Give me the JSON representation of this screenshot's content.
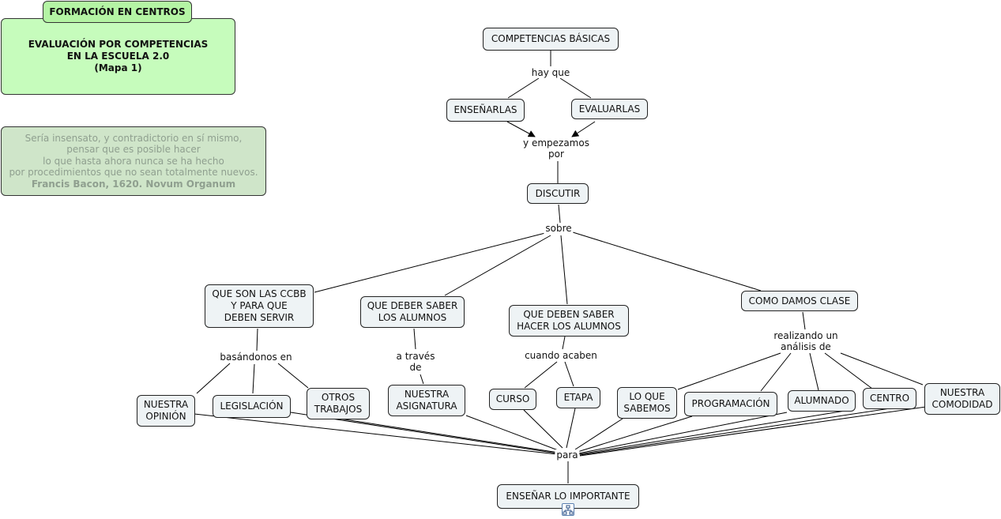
{
  "header": {
    "tab_label": "FORMACIÓN EN CENTROS",
    "title": "EVALUACIÓN POR COMPETENCIAS\nEN LA ESCUELA 2.0\n(Mapa 1)"
  },
  "quote": {
    "lines": [
      "Sería insensato, y contradictorio en sí mismo,",
      "pensar que es posible hacer",
      "lo que hasta ahora nunca se ha hecho",
      "por procedimientos que no sean totalmente nuevos."
    ],
    "source": "Francis Bacon, 1620. Novum Organum"
  },
  "concepts": {
    "competencias": "COMPETENCIAS BÁSICAS",
    "ensenarlas": "ENSEÑARLAS",
    "evaluarlas": "EVALUARLAS",
    "discutir": "DISCUTIR",
    "que_son": "QUE SON LAS CCBB\nY PARA QUE\nDEBEN SERVIR",
    "saber_alumnos": "QUE DEBER SABER\nLOS ALUMNOS",
    "saber_hacer": "QUE DEBEN SABER\nHACER LOS ALUMNOS",
    "como_clase": "COMO DAMOS CLASE",
    "nuestra_opinion": "NUESTRA\nOPINIÓN",
    "legislacion": "LEGISLACIÓN",
    "otros_trabajos": "OTROS\nTRABAJOS",
    "nuestra_asignatura": "NUESTRA\nASIGNATURA",
    "curso": "CURSO",
    "etapa": "ETAPA",
    "lo_que_sabemos": "LO QUE\nSABEMOS",
    "programacion": "PROGRAMACIÓN",
    "alumnado": "ALUMNADO",
    "centro": "CENTRO",
    "nuestra_comodidad": "NUESTRA\nCOMODIDAD",
    "ensenar_importante": "ENSEÑAR LO IMPORTANTE"
  },
  "phrases": {
    "hay_que": "hay que",
    "y_empezamos": "y empezamos\npor",
    "sobre": "sobre",
    "basandonos": "basándonos en",
    "a_traves": "a través\nde",
    "cuando_acaben": "cuando acaben",
    "realizando": "realizando un\nanálisis de",
    "para": "para"
  },
  "icons": {
    "map_link": "concept-map-link-icon"
  },
  "colors": {
    "tab": "#b4f4a4",
    "title_box": "#c6fcbc",
    "quote_box": "#cfe5c9",
    "node": "#eef3f5"
  }
}
